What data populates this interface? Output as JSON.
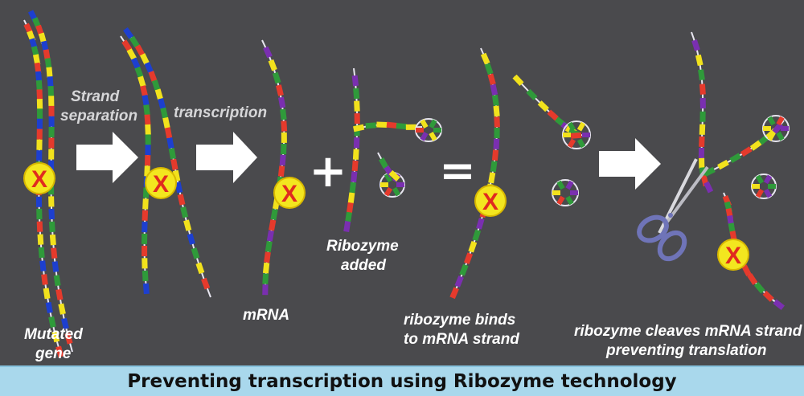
{
  "labels": {
    "mutated_gene_line1": "Mutated",
    "mutated_gene_line2": "gene",
    "strand_sep_line1": "Strand",
    "strand_sep_line2": "separation",
    "transcription": "transcription",
    "mrna": "mRNA",
    "ribozyme_added_line1": "Ribozyme",
    "ribozyme_added_line2": "added",
    "binds_line1": "ribozyme binds",
    "binds_line2": "to mRNA strand",
    "cleaves_line1": "ribozyme cleaves mRNA strand",
    "cleaves_line2": "preventing translation",
    "mutation_mark": "X",
    "plus": "+",
    "equals": "="
  },
  "title": "Preventing transcription using Ribozyme technology",
  "colors": {
    "background": "#4a4a4d",
    "banner": "#a9d8ec",
    "backbone": "#e8e6f0",
    "mutation_circle": "#f3e61f",
    "mutation_x": "#e02a1f",
    "arrow": "#ffffff",
    "scissors": "#6f74b8",
    "bases": [
      "#e53a2c",
      "#f2e21c",
      "#1d3fcf",
      "#2f9a3a",
      "#7a2fb0"
    ]
  },
  "icons": [
    "process-arrow-icon",
    "scissors-icon",
    "mutation-marker-icon"
  ]
}
